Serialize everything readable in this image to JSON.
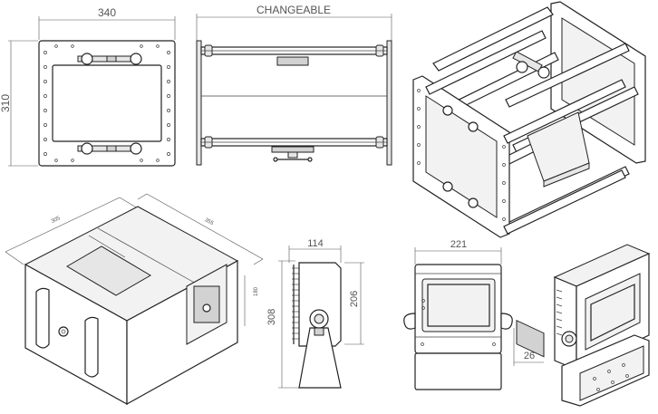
{
  "drawing": {
    "front_view": {
      "width_label": "340",
      "height_label": "310"
    },
    "side_view": {
      "label": "CHANGEABLE"
    },
    "iso_housing": {
      "depth_label": "305",
      "width_label": "355",
      "height_label": "180"
    },
    "enclosure_side": {
      "depth_label": "114",
      "total_height_label": "308",
      "body_height_label": "206"
    },
    "enclosure_front": {
      "width_label": "221",
      "offset_label": "26"
    }
  }
}
